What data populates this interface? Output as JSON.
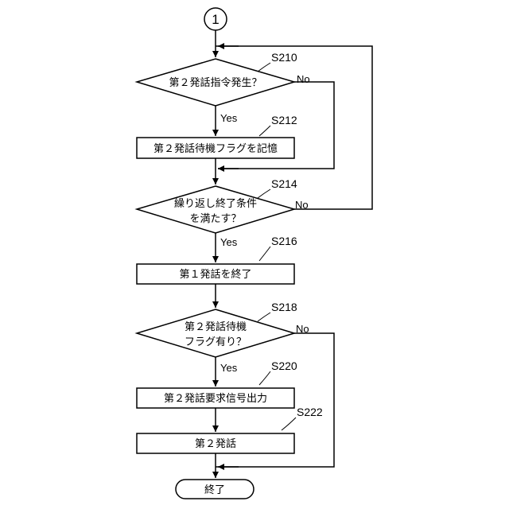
{
  "connector": {
    "label": "1"
  },
  "steps": {
    "s210": {
      "id": "S210",
      "text": "第２発話指令発生？"
    },
    "s212": {
      "id": "S212",
      "text": "第２発話待機フラグを記憶"
    },
    "s214": {
      "id": "S214",
      "line1": "繰り返し終了条件",
      "line2": "を満たす？"
    },
    "s216": {
      "id": "S216",
      "text": "第１発話を終了"
    },
    "s218": {
      "id": "S218",
      "line1": "第２発話待機",
      "line2": "フラグ有り？"
    },
    "s220": {
      "id": "S220",
      "text": "第２発話要求信号出力"
    },
    "s222": {
      "id": "S222",
      "text": "第２発話"
    }
  },
  "end": {
    "text": "終了"
  },
  "branches": {
    "yes": "Yes",
    "no": "No"
  }
}
